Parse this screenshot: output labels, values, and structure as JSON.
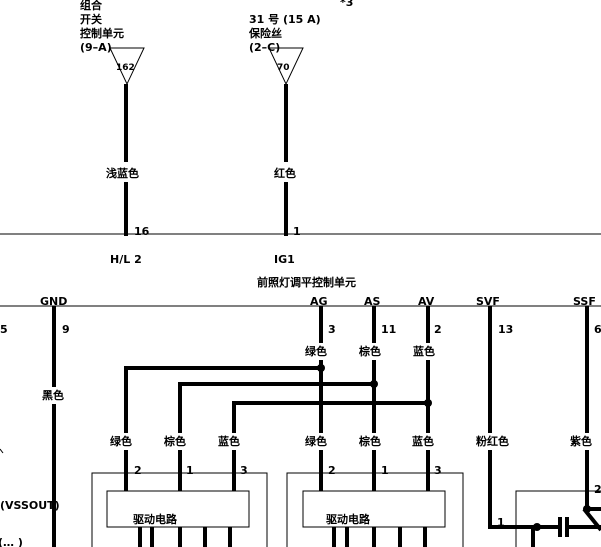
{
  "top_left": {
    "lines": [
      "组合",
      "开关",
      "控制单元",
      "(9–A)"
    ],
    "connector_pin": "162",
    "wire_color": "浅蓝色",
    "pin": "16",
    "signal": "H/L 2"
  },
  "top_mid": {
    "lines": [
      "31 号 (15 A)",
      "保险丝",
      "(2–C)"
    ],
    "connector_pin": "70",
    "wire_color": "红色",
    "pin": "1",
    "signal": "IG1"
  },
  "note_star": "*3",
  "unit_title": "前照灯调平控制单元",
  "terminals": [
    {
      "name": "GND",
      "pin": "9"
    },
    {
      "name": "AG",
      "pin": "3"
    },
    {
      "name": "AS",
      "pin": "11"
    },
    {
      "name": "AV",
      "pin": "2"
    },
    {
      "name": "SVF",
      "pin": "13"
    },
    {
      "name": "SSF",
      "pin": "6"
    }
  ],
  "left_edge_pin": "5",
  "upper_wire_colors": [
    "绿色",
    "棕色",
    "蓝色"
  ],
  "gnd_wire_color": "黑色",
  "actuator_left": {
    "wire_colors": [
      "绿色",
      "棕色",
      "蓝色"
    ],
    "pins": [
      "2",
      "1",
      "3"
    ],
    "label": "驱动电路"
  },
  "actuator_right": {
    "wire_colors": [
      "绿色",
      "棕色",
      "蓝色"
    ],
    "pins": [
      "2",
      "1",
      "3"
    ],
    "label": "驱动电路"
  },
  "svf_wire_color": "粉红色",
  "ssf_wire_color": "紫色",
  "svf_bottom_pin": "1",
  "ssf_bottom_pin": "2",
  "left_partial_label": "(VSSOUT)",
  "bottom_left_partial": "(…  )"
}
